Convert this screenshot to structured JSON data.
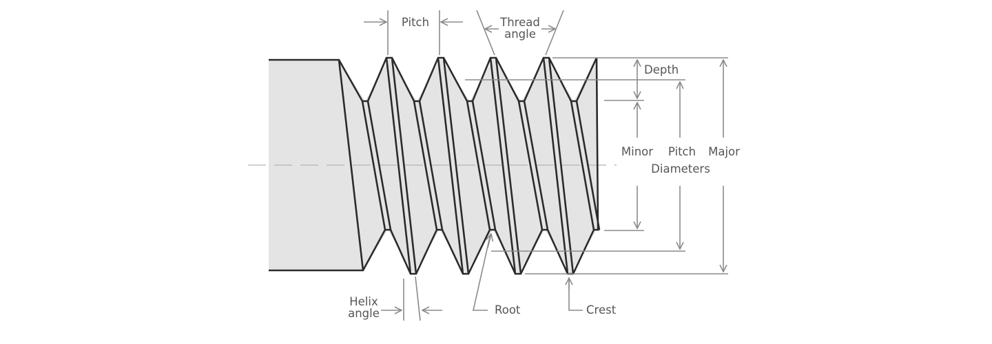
{
  "diagram": {
    "subject": "Screw thread terminology",
    "colors": {
      "body_fill": "#e4e4e4",
      "outline": "#2b2b2b",
      "dimension_lines": "#8a8a8a",
      "label_text": "#555555"
    },
    "labels": {
      "pitch": "Pitch",
      "thread_angle_line1": "Thread",
      "thread_angle_line2": "angle",
      "depth": "Depth",
      "minor": "Minor",
      "pitch_diameter": "Pitch",
      "major": "Major",
      "diameters": "Diameters",
      "helix_line1": "Helix",
      "helix_line2": "angle",
      "root": "Root",
      "crest": "Crest"
    }
  }
}
